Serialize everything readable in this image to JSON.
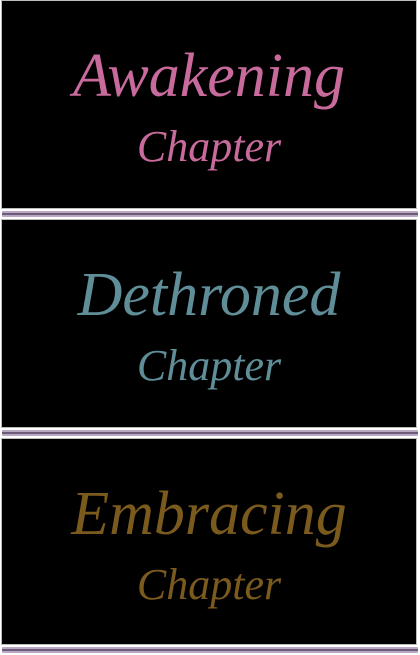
{
  "chapters": [
    {
      "title": "Awakening",
      "subtitle": "Chapter",
      "color": "#c86a9c"
    },
    {
      "title": "Dethroned",
      "subtitle": "Chapter",
      "color": "#5f8e99"
    },
    {
      "title": "Embracing",
      "subtitle": "Chapter",
      "color": "#7a5a1d"
    }
  ]
}
